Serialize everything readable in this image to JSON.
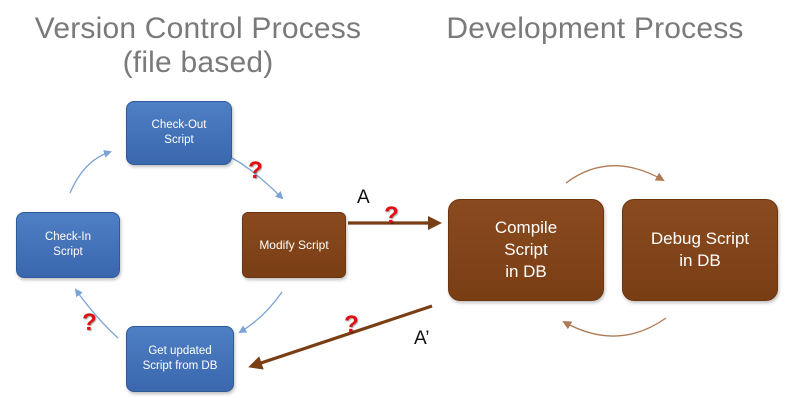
{
  "headings": {
    "version_control": "Version Control Process\n(file based)",
    "development": "Development Process"
  },
  "boxes": {
    "check_out": "Check-Out\nScript",
    "check_in": "Check-In\nScript",
    "modify": "Modify Script",
    "get_updated": "Get updated\nScript from DB",
    "compile": "Compile\nScript\nin DB",
    "debug": "Debug Script\nin DB"
  },
  "labels": {
    "arrow_a": "A",
    "arrow_a_prime": "A’",
    "question": "?"
  },
  "colors": {
    "blue_box": "#3f6fb6",
    "brown_box": "#7f4217",
    "question_mark": "#e01010",
    "heading_text": "#7a7a7a",
    "cycle_arrow_blue": "#7aa3d6",
    "cycle_arrow_brown": "#b07a55",
    "connector_arrow": "#7a3e14"
  }
}
